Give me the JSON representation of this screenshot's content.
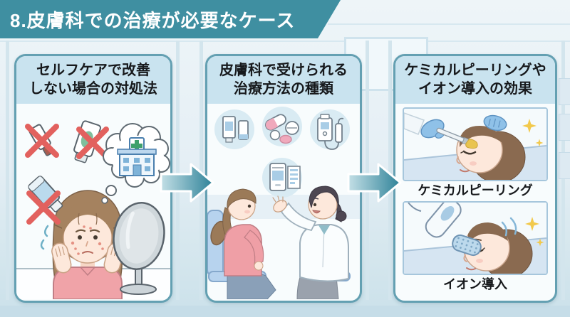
{
  "page": {
    "title": "8.皮膚科での治療が必要なケース"
  },
  "colors": {
    "banner": "#3f8fa1",
    "banner_text": "#ffffff",
    "panel_border": "#64a0b2",
    "panel_header_bg": "#c9e3ef",
    "panel_body_bg": "#f8fcfd",
    "wall": "#e8f1f6",
    "floor": "#c6dde8",
    "arrow_gradient_start": "#c3dfe6",
    "arrow_gradient_end": "#2e8298",
    "cross_red": "#e2615e",
    "glove_blue": "#8fc1e8",
    "sparkle_yellow": "#f2c94c"
  },
  "panels": [
    {
      "header_line1": "セルフケアで改善",
      "header_line2": "しない場合の対処法",
      "icons": [
        "crossed-tube-icon",
        "crossed-tube-icon",
        "crossed-tube-icon",
        "thought-bubble-icon",
        "hospital-icon",
        "worried-woman-figure",
        "stand-mirror-icon"
      ]
    },
    {
      "header_line1": "皮膚科で受けられる",
      "header_line2": "治療方法の種類",
      "icons": [
        "topical-medicine-icon",
        "pills-icon",
        "treatment-device-icon",
        "prescription-icon",
        "patient-figure",
        "doctor-figure"
      ]
    },
    {
      "header_line1": "ケミカルピーリングや",
      "header_line2": "イオン導入の効果",
      "captions": {
        "top": "ケミカルピーリング",
        "bottom": "イオン導入"
      },
      "icons": [
        "peeling-brush-icon",
        "glove-icon",
        "ion-roller-device-icon",
        "sparkle-icon"
      ]
    }
  ]
}
